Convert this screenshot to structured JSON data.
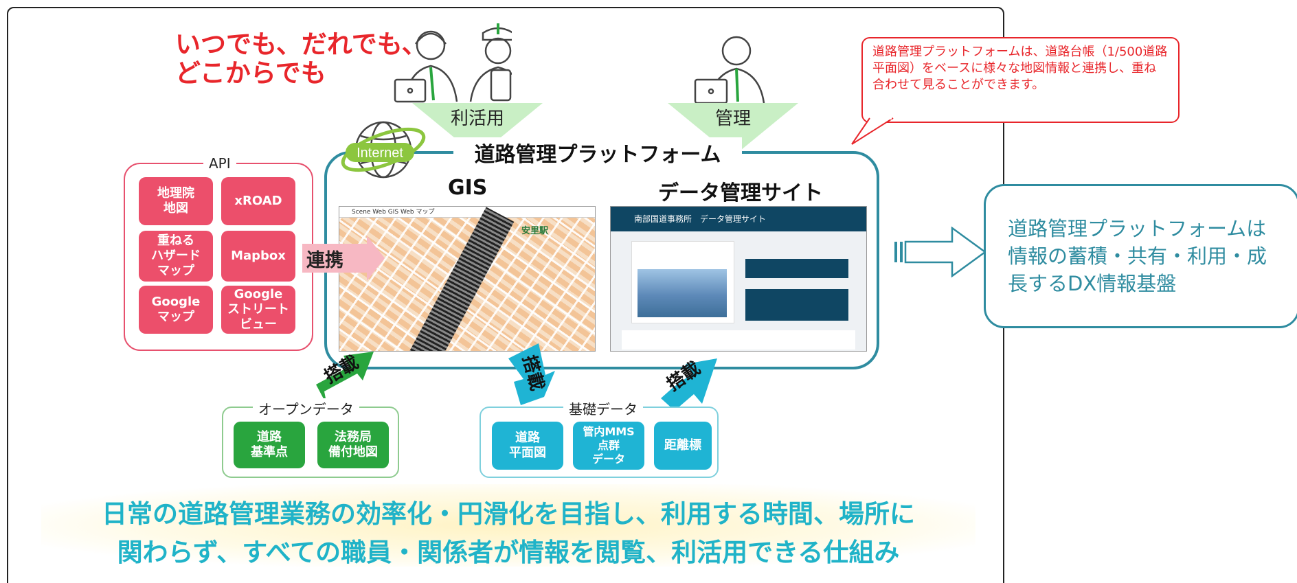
{
  "catchphrase": {
    "line1": "いつでも、だれでも、",
    "line2": "どこからでも"
  },
  "roles": {
    "use": "利活用",
    "manage": "管理"
  },
  "callout": {
    "text": "道路管理プラットフォームは、道路台帳（1/500道路平面図）をベースに様々な地図情報と連携し、重ね合わせて見ることができます。"
  },
  "internet_label": "Internet",
  "platform": {
    "title": "道路管理プラットフォーム",
    "gis_title": "GIS",
    "data_site_title": "データ管理サイト"
  },
  "api": {
    "label": "API",
    "tiles": [
      "地理院\n地図",
      "xROAD",
      "重ねる\nハザード\nマップ",
      "Mapbox",
      "Google\nマップ",
      "Google\nストリート\nビュー"
    ]
  },
  "renkei_label": "連携",
  "tousai_label": "搭載",
  "open_data": {
    "label": "オープンデータ",
    "tiles": [
      "道路\n基準点",
      "法務局\n備付地図"
    ]
  },
  "base_data": {
    "label": "基礎データ",
    "tiles": [
      "道路\n平面図",
      "管内MMS\n点群\nデータ",
      "距離標"
    ]
  },
  "gis_screen": {
    "header": "Scene Web GIS Web マップ",
    "station": "安里駅"
  },
  "data_site_screen": {
    "header": "南部国道事務所　データ管理サイト"
  },
  "summary": {
    "line1": "日常の道路管理業務の効率化・円滑化を目指し、利用する時間、場所に",
    "line2": "関わらず、すべての職員・関係者が情報を閲覧、利活用できる仕組み"
  },
  "right_box": {
    "text": "道路管理プラットフォームは情報の蓄積・共有・利用・成長するDX情報基盤"
  },
  "colors": {
    "teal": "#2f8ca0",
    "pink": "#ec4f6b",
    "green": "#29a53e",
    "cyan": "#1fb4d4",
    "red": "#e8262b"
  }
}
